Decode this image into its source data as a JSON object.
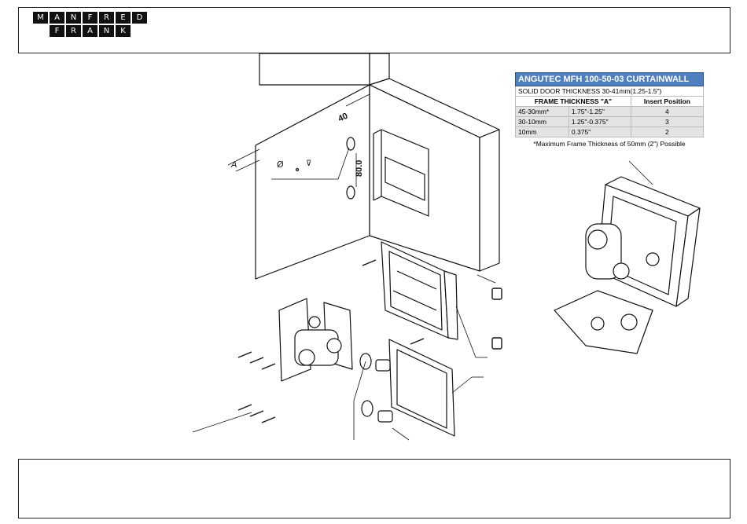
{
  "logo": {
    "row1": [
      "M",
      "A",
      "N",
      "F",
      "R",
      "E",
      "D"
    ],
    "row2": [
      "F",
      "R",
      "A",
      "N",
      "K"
    ]
  },
  "spec_table": {
    "title": "ANGUTEC MFH 100-50-03 CURTAINWALL",
    "subtitle": "SOLID DOOR THICKNESS 30-41mm(1.25-1.5\")",
    "headers": [
      "FRAME THICKNESS \"A\"",
      "Insert Position"
    ],
    "rows": [
      {
        "metric": "45-30mm*",
        "imperial": "1.75\"-1.25\"",
        "position": "4"
      },
      {
        "metric": "30-10mm",
        "imperial": "1.25\"-0.375\"",
        "position": "3"
      },
      {
        "metric": "10mm",
        "imperial": "0.375\"",
        "position": "2"
      }
    ],
    "note": "*Maximum Frame Thickness of 50mm (2\") Possible"
  },
  "dimensions": {
    "width": "40",
    "height": "80.0",
    "frame_label": "A"
  }
}
